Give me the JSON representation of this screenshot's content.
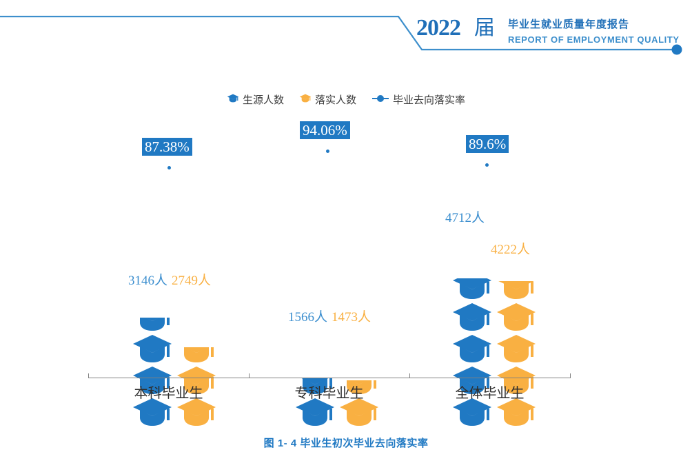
{
  "header": {
    "year": "2022",
    "year_suffix": "届",
    "title_cn": "毕业生就业质量年度报告",
    "title_en": "REPORT OF EMPLOYMENT QUALITY",
    "accent_color": "#2079c3"
  },
  "caption": "图 1- 4  毕业生初次毕业去向落实率",
  "colors": {
    "blue": "#2079c3",
    "blue_light": "#3d8fcf",
    "orange": "#f9b042",
    "axis": "#808080"
  },
  "chart_data": {
    "type": "bar",
    "title": "图 1- 4  毕业生初次毕业去向落实率",
    "xlabel": "",
    "ylabel": "",
    "categories": [
      "本科毕业生",
      "专科毕业生",
      "全体毕业生"
    ],
    "series": [
      {
        "name": "生源人数",
        "color": "#2079c3",
        "values": [
          3146,
          1566,
          4712
        ],
        "labels": [
          "3146人",
          "1566人",
          "4712人"
        ]
      },
      {
        "name": "落实人数",
        "color": "#f9b042",
        "values": [
          2749,
          1473,
          4222
        ],
        "labels": [
          "2749人",
          "1473人",
          "4222人"
        ]
      },
      {
        "name": "毕业去向落实率",
        "color": "#2079c3",
        "values": [
          87.38,
          94.06,
          89.6
        ],
        "labels": [
          "87.38%",
          "94.06%",
          "89.6%"
        ]
      }
    ],
    "legend": [
      {
        "label": "生源人数",
        "marker": "cap-blue"
      },
      {
        "label": "落实人数",
        "marker": "cap-orange"
      },
      {
        "label": "毕业去向落实率",
        "marker": "line-dot-blue"
      }
    ],
    "legend_position": "top-center",
    "grid": false,
    "unit_per_icon": 1000,
    "pictogram": {
      "icon": "graduation-cap",
      "columns": [
        {
          "category": "本科毕业生",
          "series": "生源人数",
          "full_icons": 3,
          "partial": 0.15
        },
        {
          "category": "本科毕业生",
          "series": "落实人数",
          "full_icons": 2,
          "partial": 0.75
        },
        {
          "category": "专科毕业生",
          "series": "生源人数",
          "full_icons": 1,
          "partial": 0.57
        },
        {
          "category": "专科毕业生",
          "series": "落实人数",
          "full_icons": 1,
          "partial": 0.47
        },
        {
          "category": "全体毕业生",
          "series": "生源人数",
          "full_icons": 4,
          "partial": 0.71
        },
        {
          "category": "全体毕业生",
          "series": "落实人数",
          "full_icons": 4,
          "partial": 0.22
        }
      ]
    }
  }
}
